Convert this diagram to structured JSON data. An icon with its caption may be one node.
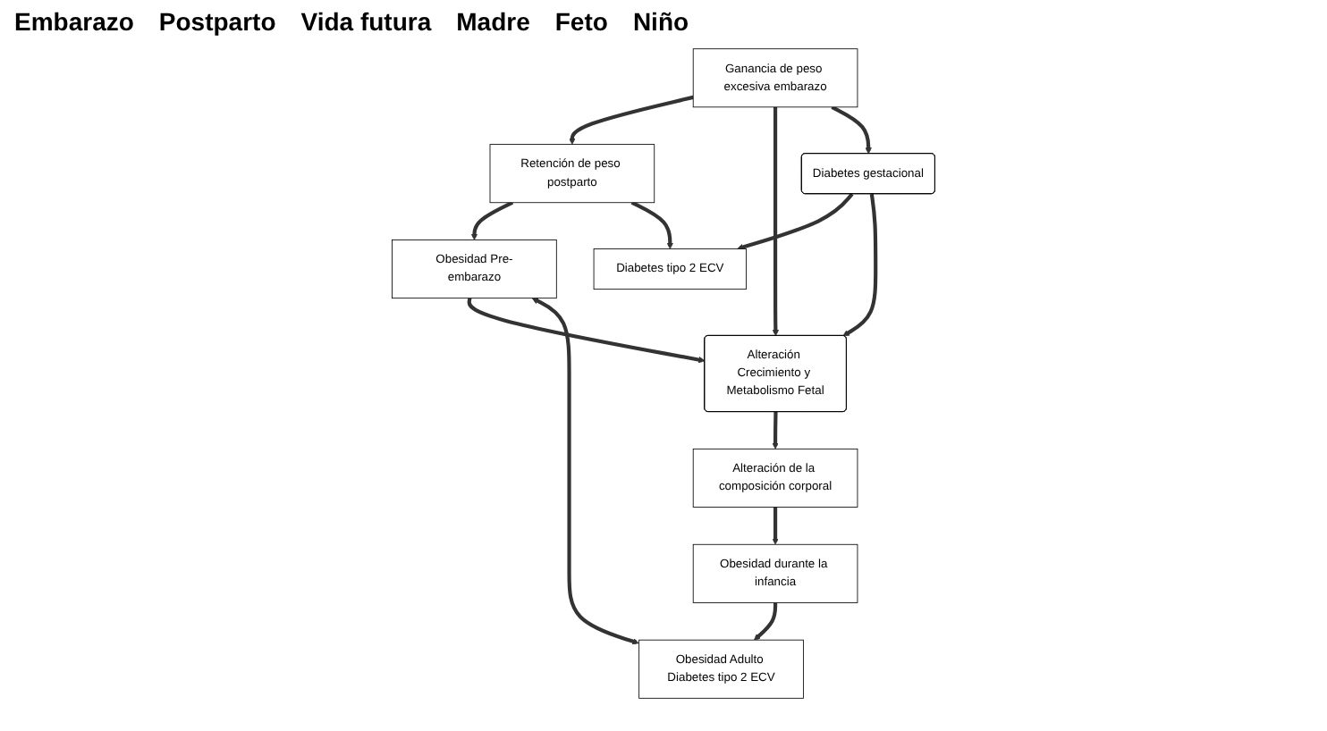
{
  "diagram": {
    "nodes": [
      {
        "text": [
          "Obesidad Pre-embarazo"
        ]
      },
      {
        "text": [
          "Ganancia de peso excesiva embarazo"
        ]
      },
      {
        "text": [
          "Retención de peso postparto"
        ]
      },
      {
        "text": [
          "Diabetes tipo 2 ECV"
        ]
      },
      {
        "text": [
          "Alteración Crecimiento y Metabolismo Fetal"
        ]
      },
      {
        "text": [
          "Diabetes gestacional"
        ]
      },
      {
        "text": [
          "Alteración de la composición corporal"
        ]
      },
      {
        "text": [
          "Obesidad durante la infancia"
        ]
      },
      {
        "text": [
          "Obesidad Adulto Diabetes tipo 2 ECV"
        ]
      }
    ],
    "edges": [
      {
        "from": 2,
        "to": 0,
        "arrow": "to"
      },
      {
        "from": 1,
        "to": 2,
        "arrow": "to"
      },
      {
        "from": 2,
        "to": 3,
        "arrow": "to"
      },
      {
        "from": 0,
        "to": 4,
        "arrow": "to"
      },
      {
        "from": 1,
        "to": 4,
        "arrow": "to"
      },
      {
        "from": 1,
        "to": 5,
        "arrow": "to"
      },
      {
        "from": 5,
        "to": 3,
        "arrow": "to"
      },
      {
        "from": 5,
        "to": 4,
        "arrow": "to"
      },
      {
        "from": 4,
        "to": 6,
        "arrow": "to"
      },
      {
        "from": 6,
        "to": 7,
        "arrow": "to"
      },
      {
        "from": 7,
        "to": 8,
        "arrow": "to"
      },
      {
        "from": 8,
        "to": 0,
        "arrow": "both"
      }
    ],
    "labels": [
      "Embarazo",
      "Postparto",
      "Vida futura",
      "Madre",
      "Feto",
      "Niño"
    ]
  }
}
